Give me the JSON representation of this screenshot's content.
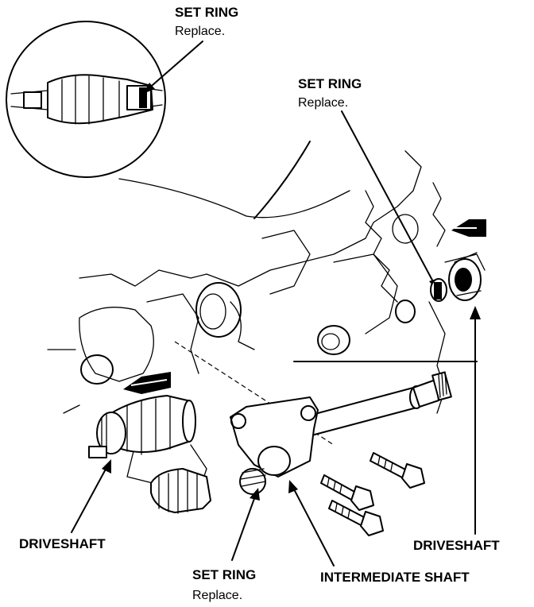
{
  "labels": {
    "set_ring_inset": {
      "title": "SET RING",
      "note": "Replace."
    },
    "set_ring_right": {
      "title": "SET RING",
      "note": "Replace."
    },
    "set_ring_bottom": {
      "title": "SET RING",
      "note": "Replace."
    },
    "driveshaft_left": "DRIVESHAFT",
    "driveshaft_right": "DRIVESHAFT",
    "intermediate_shaft": "INTERMEDIATE SHAFT"
  }
}
